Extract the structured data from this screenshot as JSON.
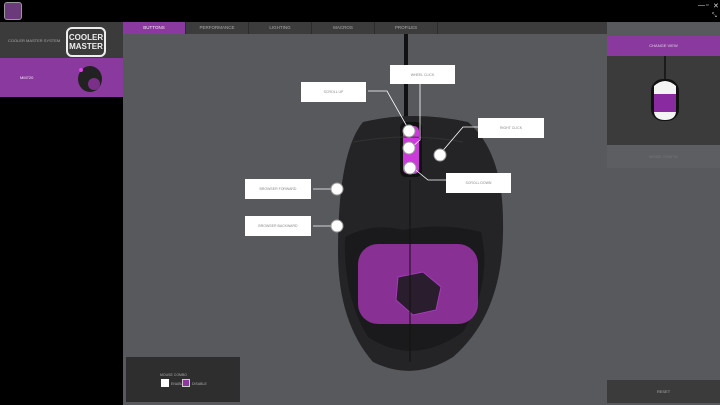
{
  "window": {
    "minimize": "—",
    "maximize": "▫",
    "close": "✕",
    "restore": "⤡"
  },
  "sidebar": {
    "brand_label": "COOLER MASTER SYSTEM",
    "logo_text": "COOLER MASTER",
    "device": "MM720"
  },
  "tabs": [
    {
      "label": "BUTTONS"
    },
    {
      "label": "PERFORMANCE"
    },
    {
      "label": "LIGHTING"
    },
    {
      "label": "MACROS"
    },
    {
      "label": "PROFILES"
    }
  ],
  "buttons": {
    "wheel_click": "WHEEL CLICK",
    "scroll_up": "SCROLL UP",
    "right_click": "RIGHT CLICK",
    "scroll_down": "SCROLL DOWN",
    "browser_forward": "BROWSER FORWARD",
    "browser_backward": "BROWSER BACKWARD"
  },
  "right_panel": {
    "change_view": "CHANGE VIEW",
    "config": "MODE CONFIG",
    "reset": "RESET"
  },
  "mouse_combo": {
    "title": "MOUSE COMBO",
    "enable": "ENABLE",
    "disable": "DISABLE"
  },
  "colors": {
    "accent": "#8a3a9e",
    "rgb": "#e040f0"
  }
}
